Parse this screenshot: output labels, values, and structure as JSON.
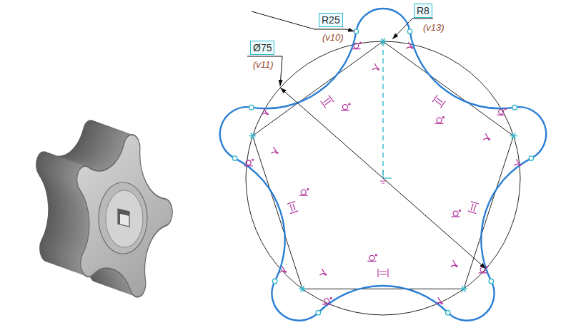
{
  "diagram": {
    "labels": [
      "R25",
      "(v10)",
      "R8",
      "(v13)",
      "Ø75",
      "(v11)"
    ]
  }
}
